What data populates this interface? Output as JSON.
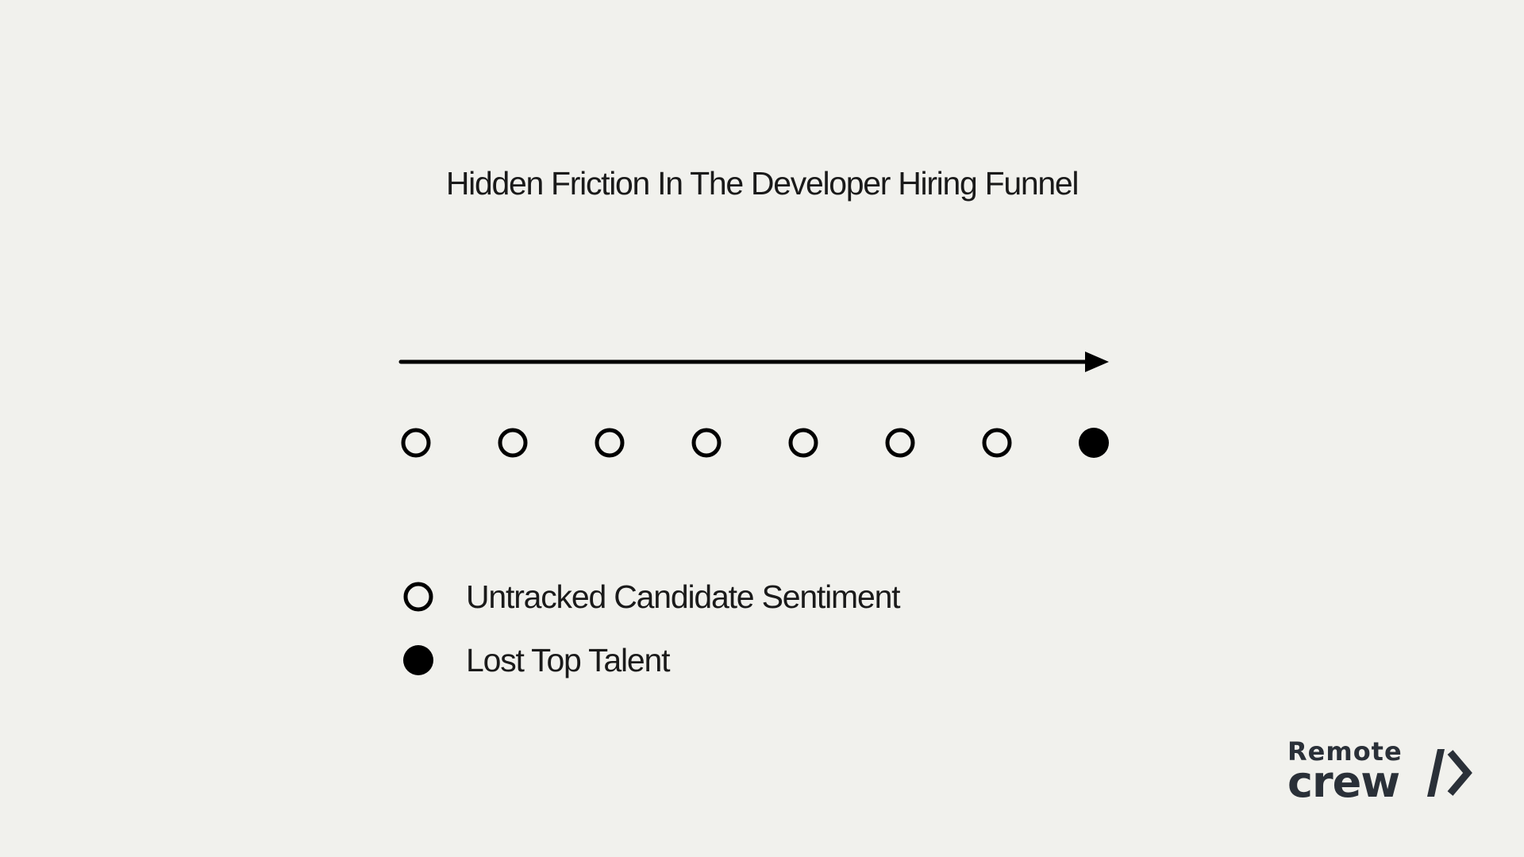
{
  "title": "Hidden Friction In The Developer Hiring Funnel",
  "stages": [
    {
      "state": "open"
    },
    {
      "state": "open"
    },
    {
      "state": "open"
    },
    {
      "state": "open"
    },
    {
      "state": "open"
    },
    {
      "state": "open"
    },
    {
      "state": "open"
    },
    {
      "state": "filled"
    }
  ],
  "legend": [
    {
      "marker": "open",
      "label": "Untracked Candidate Sentiment"
    },
    {
      "marker": "filled",
      "label": "Lost Top Talent"
    }
  ],
  "logo": {
    "line1": "Remote",
    "line2": "crew"
  },
  "colors": {
    "background": "#f1f1ed",
    "ink": "#000000",
    "logo": "#2a3038"
  }
}
